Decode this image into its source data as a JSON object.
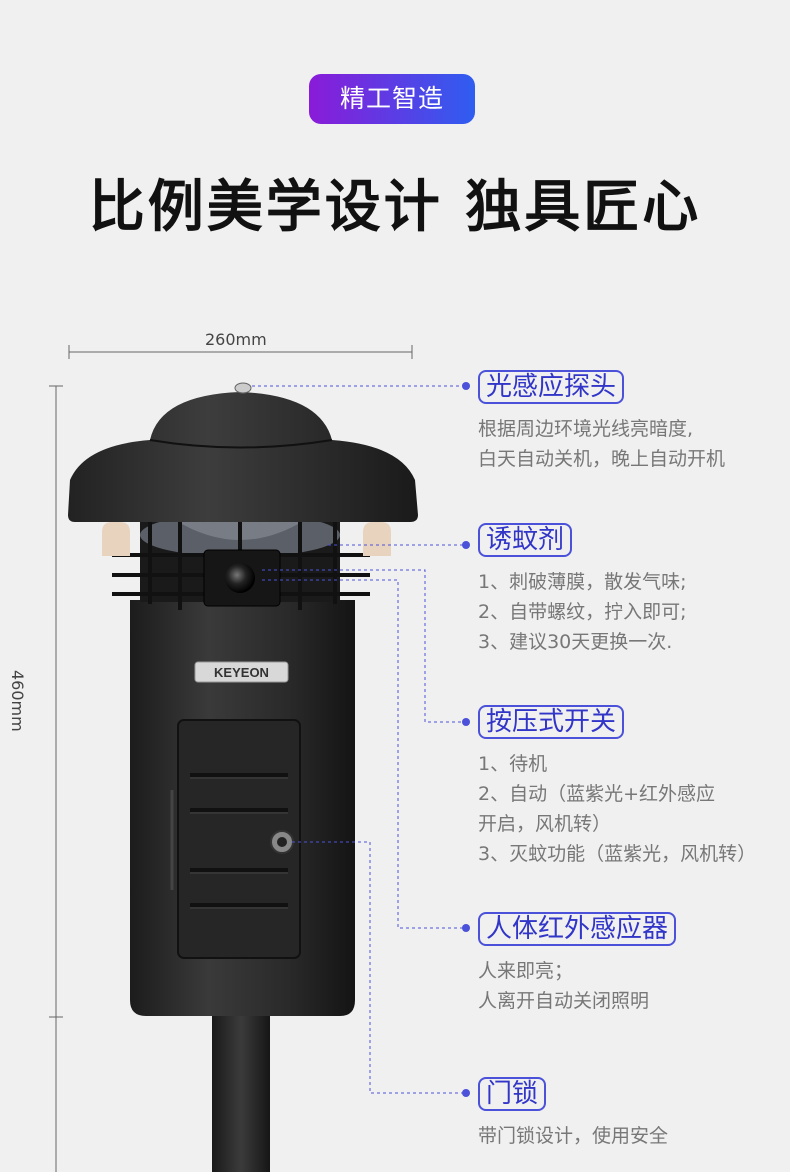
{
  "badge": {
    "label": "精工智造"
  },
  "headline": "比例美学设计  独具匠心",
  "product": {
    "brand": "KEYEON",
    "width_label": "260mm",
    "height_label": "460mm"
  },
  "features": [
    {
      "title": "光感应探头",
      "lines": [
        "根据周边环境光线亮暗度,",
        "白天自动关机，晚上自动开机"
      ]
    },
    {
      "title": "诱蚊剂",
      "lines": [
        "1、刺破薄膜，散发气味;",
        "2、自带螺纹，拧入即可;",
        "3、建议30天更换一次."
      ]
    },
    {
      "title": "按压式开关",
      "lines": [
        "1、待机",
        "2、自动（蓝紫光+红外感应",
        "开启，风机转）",
        "3、灭蚊功能（蓝紫光，风机转）"
      ]
    },
    {
      "title": "人体红外感应器",
      "lines": [
        "人来即亮；",
        "人离开自动关闭照明"
      ]
    },
    {
      "title": "门锁",
      "lines": [
        "带门锁设计，使用安全"
      ]
    }
  ],
  "colors": {
    "accent": "#4b52d9",
    "badge_from": "#8a1bd8",
    "badge_to": "#2f5df0"
  }
}
